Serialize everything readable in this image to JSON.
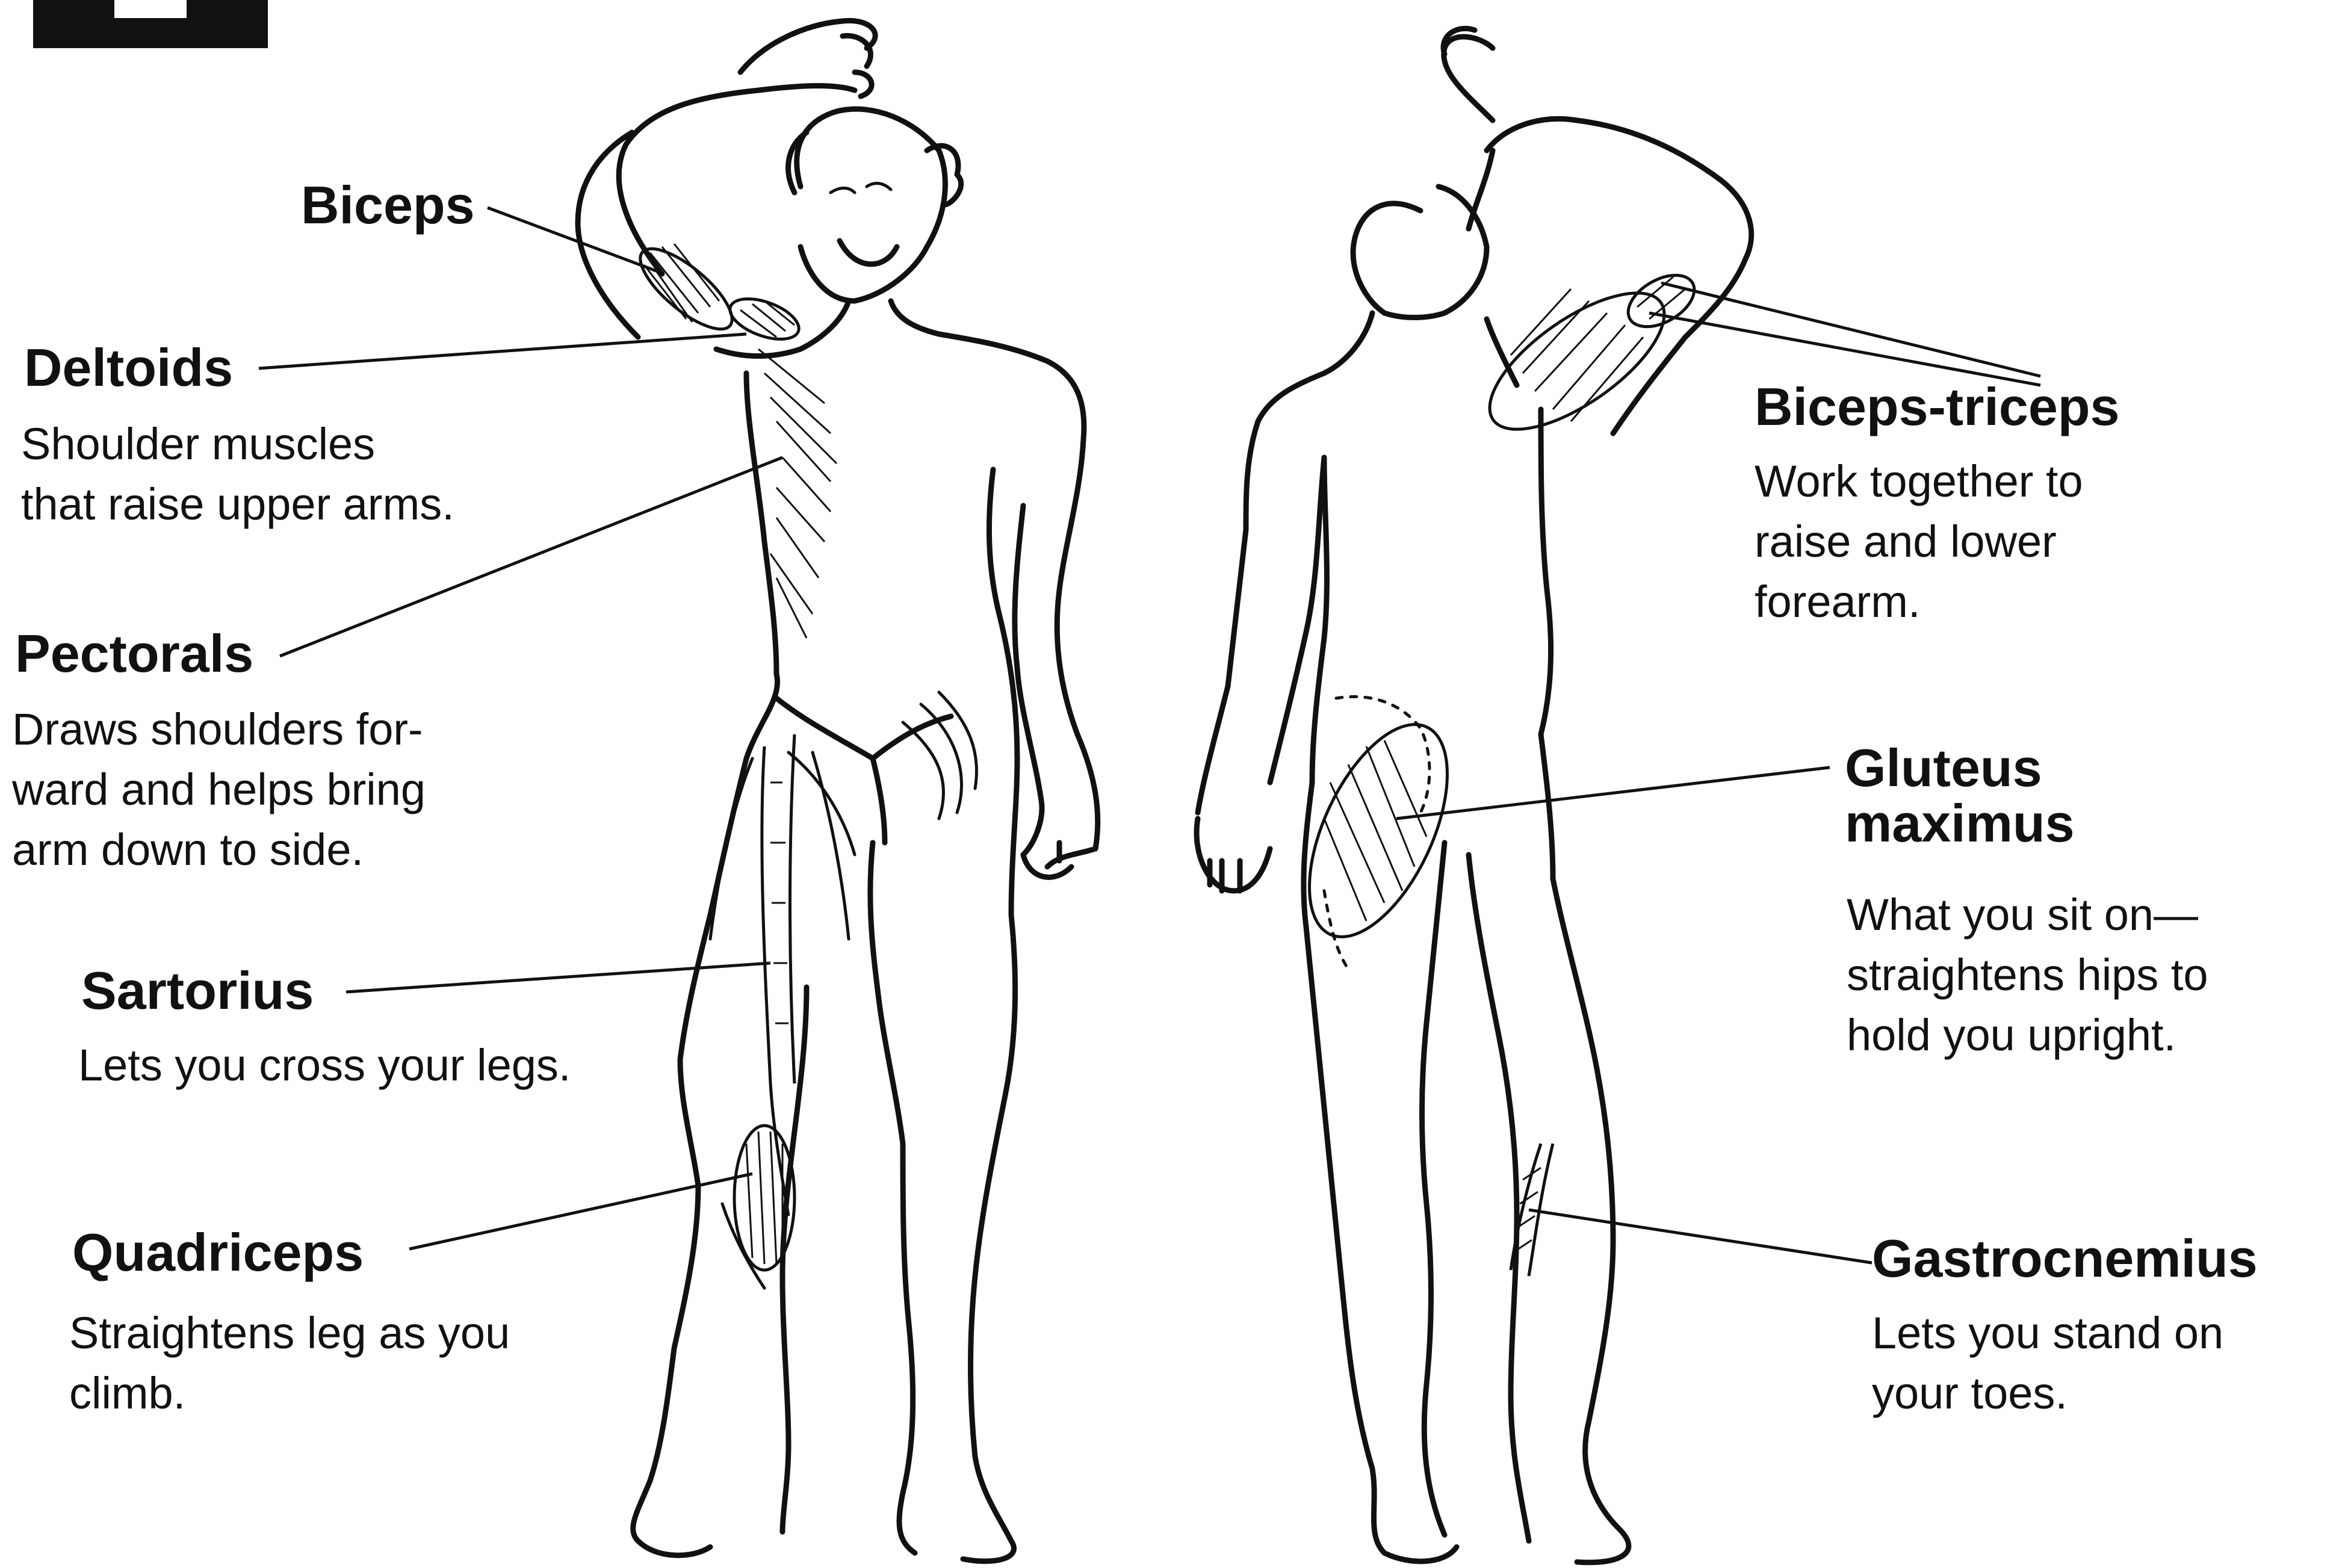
{
  "labels": {
    "biceps": {
      "title": "Biceps"
    },
    "deltoids": {
      "title": "Deltoids",
      "desc": [
        "Shoulder muscles",
        "that raise upper arms."
      ]
    },
    "pectorals": {
      "title": "Pectorals",
      "desc": [
        "Draws shoulders for-",
        "ward and helps bring",
        "arm down to side."
      ]
    },
    "sartorius": {
      "title": "Sartorius",
      "desc": [
        "Lets you cross your legs."
      ]
    },
    "quadriceps": {
      "title": "Quadriceps",
      "desc": [
        "Straightens leg as you",
        "climb."
      ]
    },
    "biceps_triceps": {
      "title": "Biceps-triceps",
      "desc": [
        "Work together to",
        "raise and lower",
        "forearm."
      ]
    },
    "gluteus": {
      "title": [
        "Gluteus",
        "maximus"
      ],
      "desc": [
        "What you sit on—",
        "straightens hips to",
        "hold you upright."
      ]
    },
    "gastrocnemius": {
      "title": "Gastrocnemius",
      "desc": [
        "Lets you stand on",
        "your toes."
      ]
    }
  },
  "colors": {
    "ink": "#111111",
    "paper": "#ffffff"
  }
}
